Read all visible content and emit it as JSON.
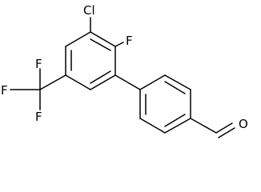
{
  "molecule": {
    "atoms": {
      "chlorine": "Cl",
      "fluorine_ring": "F",
      "fluorine_cf3_left": "F",
      "fluorine_cf3_top": "F",
      "fluorine_cf3_bottom": "F",
      "oxygen": "O"
    }
  }
}
